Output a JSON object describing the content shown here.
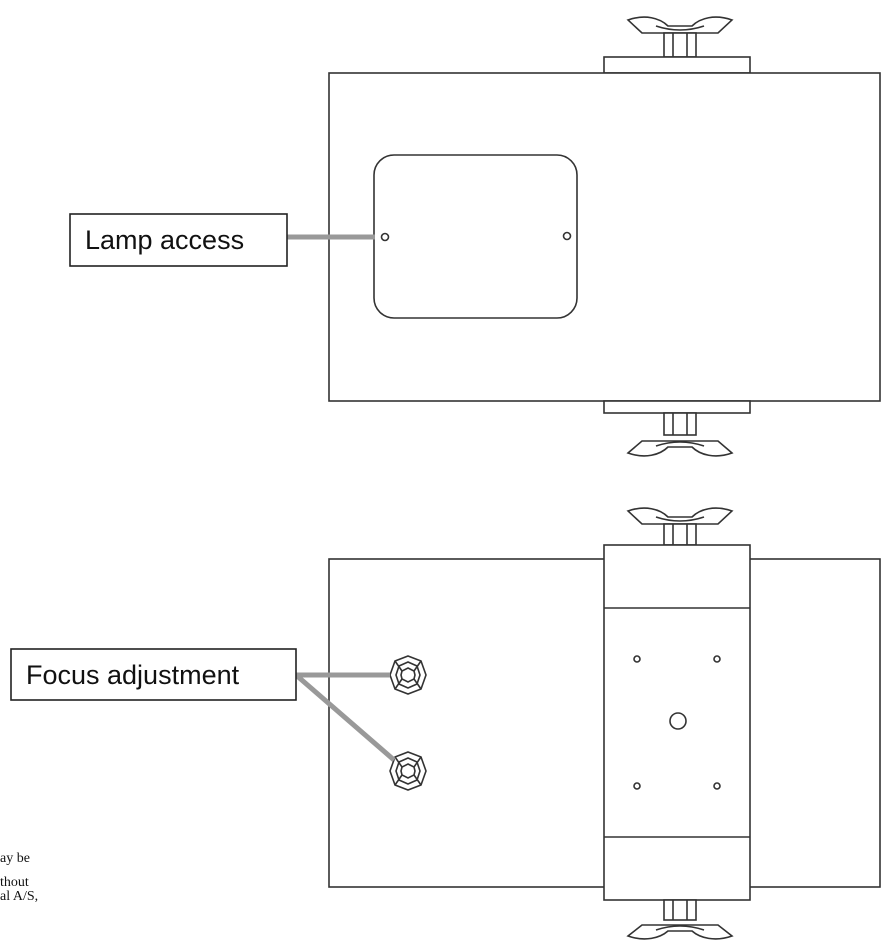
{
  "callouts": {
    "lamp_access": "Lamp access",
    "focus_adjustment": "Focus adjustment"
  },
  "cropped_caption": {
    "line1": "ay be",
    "line2": "thout",
    "line3": "al A/S,"
  },
  "colors": {
    "outline": "#333333",
    "leader": "#999999",
    "background": "#ffffff"
  }
}
